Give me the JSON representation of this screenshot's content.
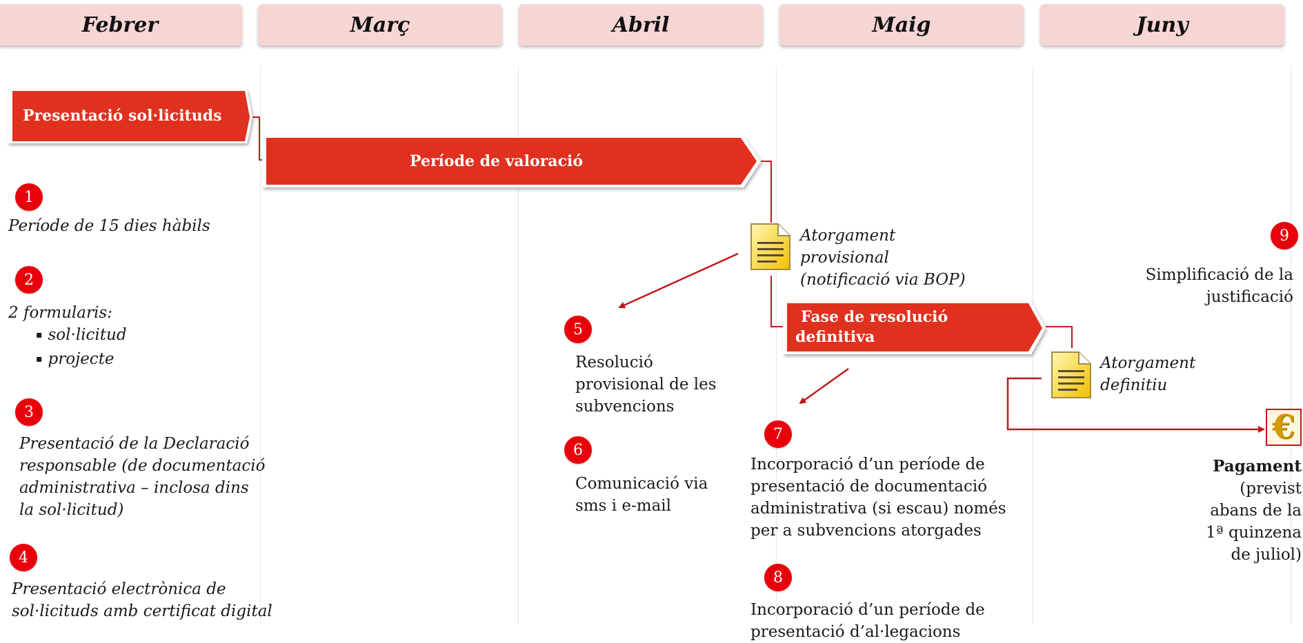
{
  "months": [
    "Febrer",
    "Març",
    "Abril",
    "Maig",
    "Juny"
  ],
  "banners": {
    "presentacio": "Presentació sol·licituds",
    "valoracio": "Període de valoració",
    "resolucio_line1": "Fase de resolució",
    "resolucio_line2": "definitiva"
  },
  "docs": {
    "provisional": [
      "Atorgament",
      "provisional",
      "(notificació via BOP)"
    ],
    "definitiu": [
      "Atorgament",
      "definitiu"
    ]
  },
  "steps": {
    "s1": {
      "num": "1",
      "text": "Període de 15 dies hàbils"
    },
    "s2": {
      "num": "2",
      "text": "2 formularis:",
      "items": [
        "sol·licitud",
        "projecte"
      ]
    },
    "s3": {
      "num": "3",
      "lines": [
        "Presentació de la Declaració",
        "responsable (de documentació",
        "administrativa – inclosa dins",
        "la sol·licitud)"
      ]
    },
    "s4": {
      "num": "4",
      "lines": [
        "Presentació electrònica de",
        "sol·licituds amb certificat digital"
      ]
    },
    "s5": {
      "num": "5",
      "lines": [
        "Resolució",
        "provisional de les",
        "subvencions"
      ]
    },
    "s6": {
      "num": "6",
      "lines": [
        "Comunicació via",
        "sms i e-mail"
      ]
    },
    "s7": {
      "num": "7",
      "lines": [
        "Incorporació d’un període de",
        "presentació de documentació",
        "administrativa (si escau) només",
        "per a subvencions atorgades"
      ]
    },
    "s8": {
      "num": "8",
      "lines": [
        "Incorporació d’un període de",
        "presentació d’al·legacions"
      ]
    },
    "s9": {
      "num": "9",
      "lines": [
        "Simplificació de la",
        "justificació"
      ]
    }
  },
  "payment": {
    "icon": "euro-icon",
    "title": "Pagament",
    "lines": [
      "(previst",
      "abans de la",
      "1ª quinzena",
      "de juliol)"
    ]
  },
  "colors": {
    "accent": "#e0301e",
    "month_bg": "#f6d6d4",
    "marker": "#e8000b",
    "arrow": "#c0181c"
  }
}
